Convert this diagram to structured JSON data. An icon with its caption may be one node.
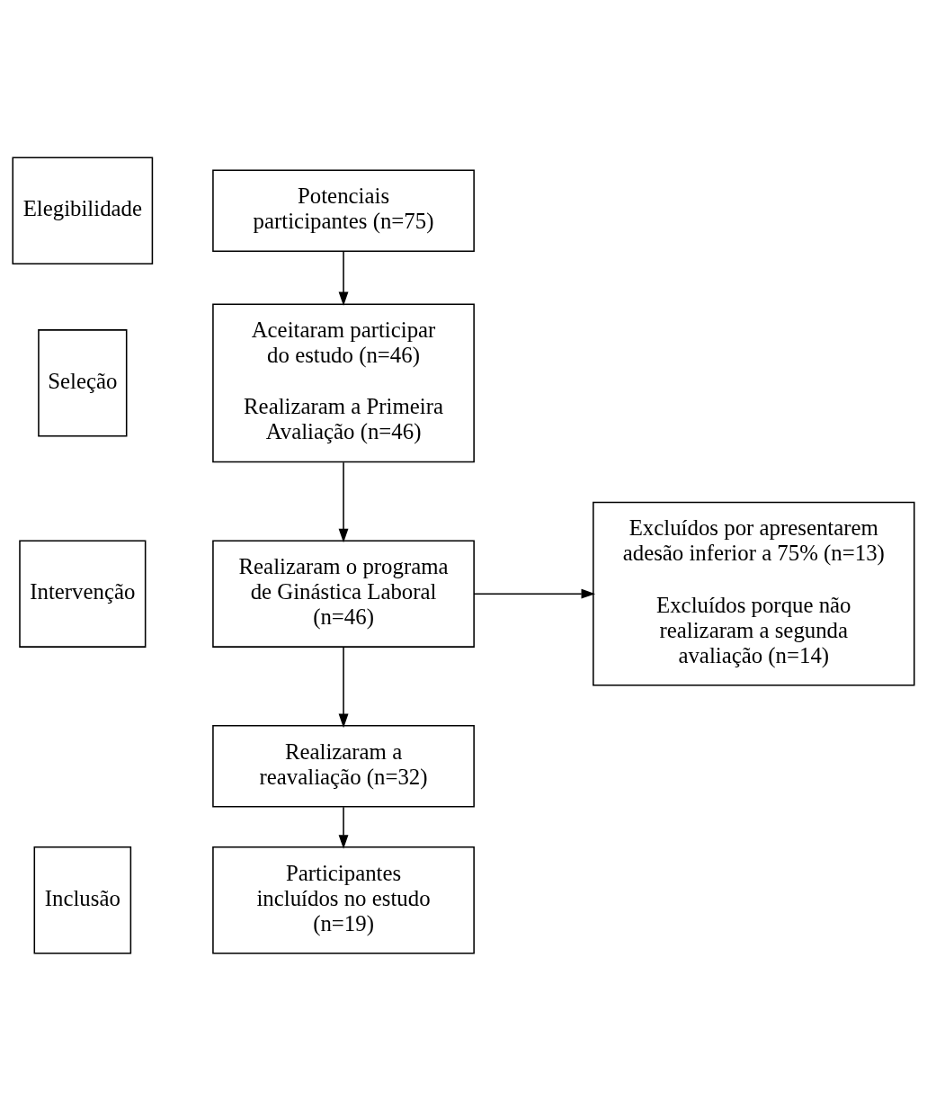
{
  "diagram": {
    "nodes": [
      {
        "text": [
          "Elegibilidade"
        ]
      },
      {
        "text": [
          "Potenciais participantes (n=75)"
        ]
      },
      {
        "text": [
          "Seleção"
        ]
      },
      {
        "text": [
          "Aceitaram participar do estudo (n=46)",
          "Realizaram a Primeira Avaliação (n=46)"
        ]
      },
      {
        "text": [
          "Intervenção"
        ]
      },
      {
        "text": [
          "Realizaram o programa de Ginástica Laboral (n=46)"
        ]
      },
      {
        "text": [
          "Excluídos por apresentarem adesão inferior a 75% (n=13)",
          "Excluídos porque não realizaram a segunda avaliação (n=14)"
        ]
      },
      {
        "text": [
          "Realizaram a reavaliação (n=32)"
        ]
      },
      {
        "text": [
          "Inclusão"
        ]
      },
      {
        "text": [
          "Participantes incluídos no estudo (n=19)"
        ]
      }
    ],
    "edges": [
      {
        "from": 1,
        "to": 3,
        "arrow": "to"
      },
      {
        "from": 3,
        "to": 5,
        "arrow": "to"
      },
      {
        "from": 5,
        "to": 6,
        "arrow": "to"
      },
      {
        "from": 5,
        "to": 7,
        "arrow": "to"
      },
      {
        "from": 7,
        "to": 9,
        "arrow": "to"
      }
    ]
  }
}
